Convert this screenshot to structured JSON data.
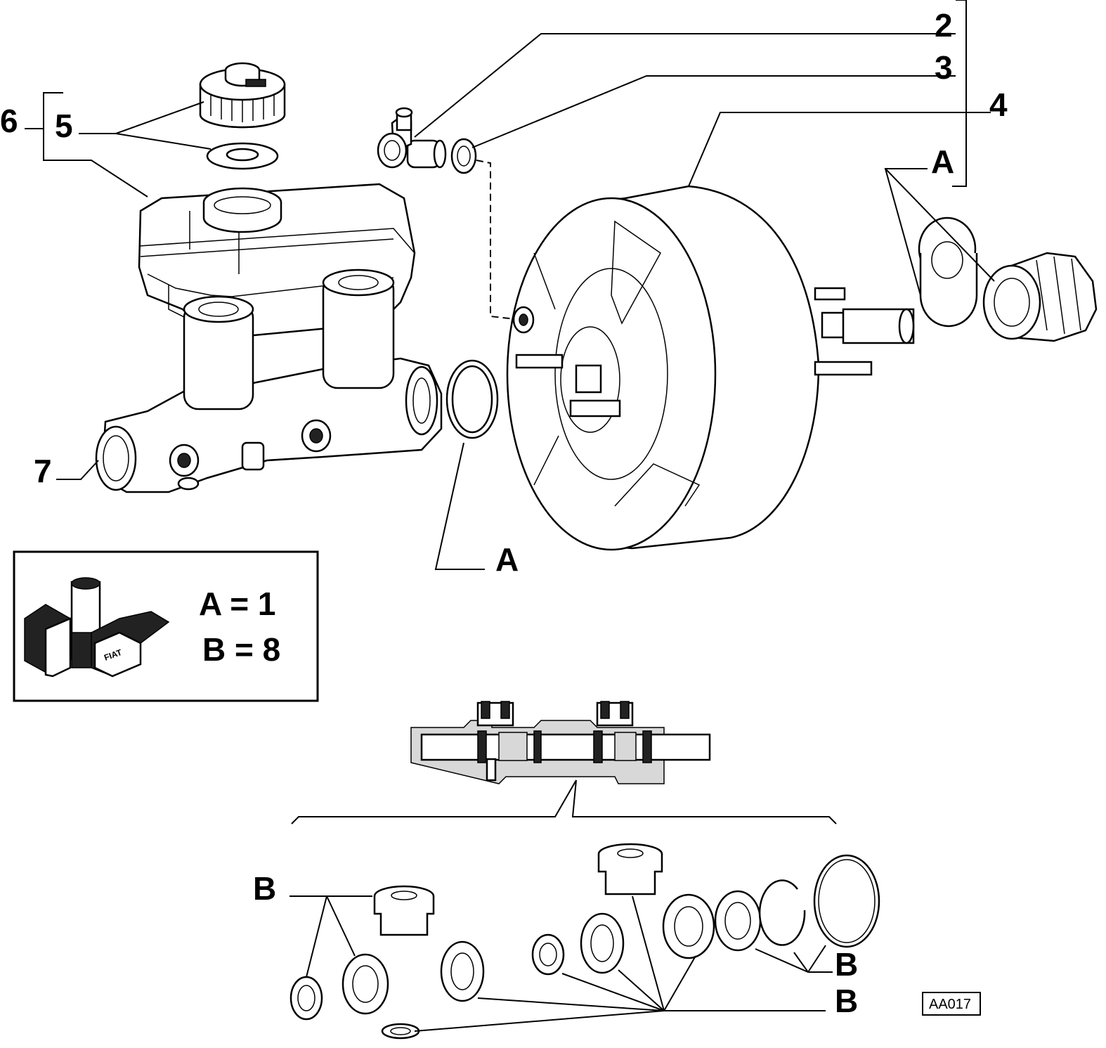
{
  "callouts": {
    "item_2": "2",
    "item_3": "3",
    "item_4": "4",
    "item_5": "5",
    "item_6": "6",
    "item_7": "7",
    "group_a_top": "A",
    "group_a_ring": "A",
    "group_b_left": "B",
    "group_b_right": "B",
    "group_b_bottom": "B"
  },
  "legend": {
    "line_a": "A = 1",
    "line_b": "B = 8",
    "brand": "FIAT"
  },
  "drawing_code": "AA017"
}
